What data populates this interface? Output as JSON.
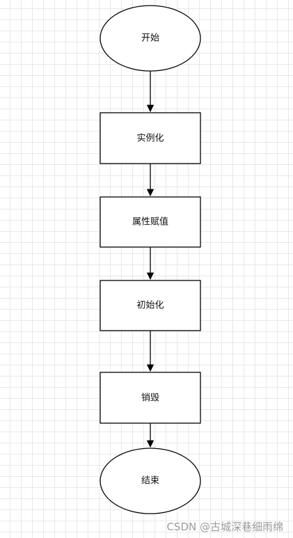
{
  "diagram": {
    "start": "开始",
    "instantiate": "实例化",
    "assign_properties": "属性赋值",
    "initialize": "初始化",
    "destroy": "销毁",
    "end": "结束"
  },
  "watermark": "CSDN @古城深巷细雨绵"
}
